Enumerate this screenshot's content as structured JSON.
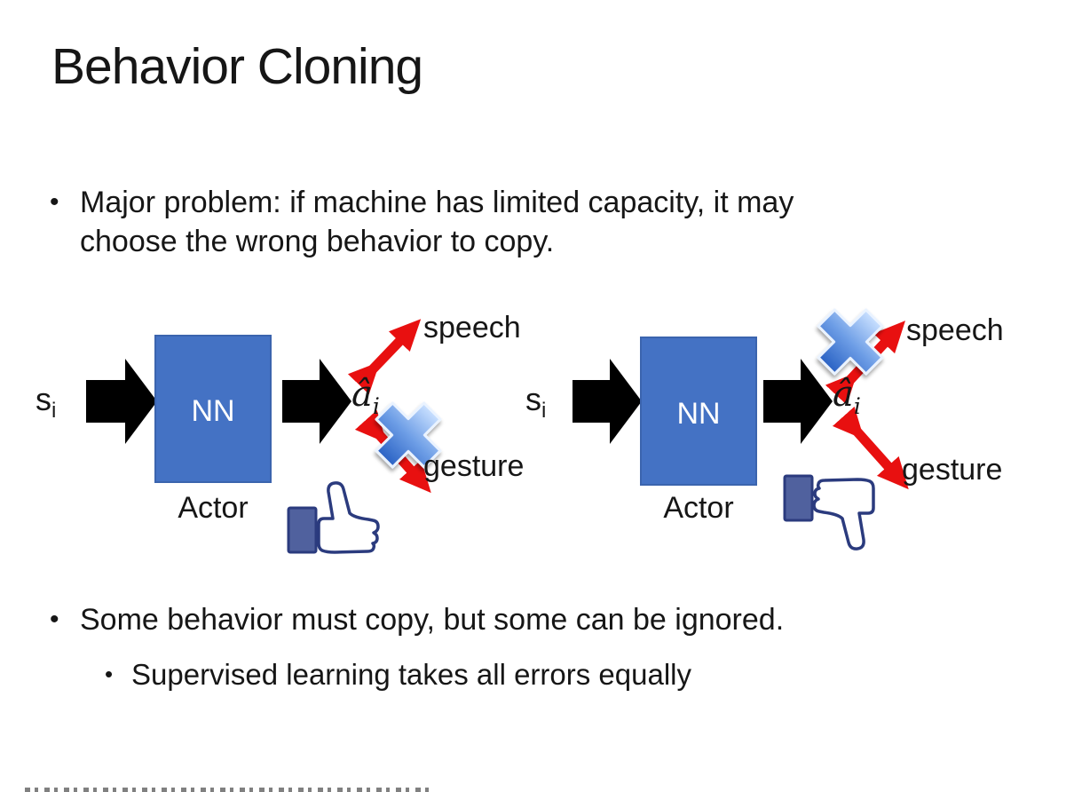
{
  "colors": {
    "background": "#ffffff",
    "text": "#161616",
    "nn-box-fill": "#4472C4",
    "nn-box-border": "#3B64AE",
    "nn-box-text": "#ffffff",
    "arrow-black": "#000000",
    "arrow-red": "#E81010",
    "cross-outline": "#EAF3FF",
    "thumb-cuff": "#50619E",
    "thumb-outline": "#2B3B7E",
    "thumb-hand": "#ffffff"
  },
  "slide": {
    "title": "Behavior Cloning",
    "bullets": [
      {
        "marker": "•",
        "text": "Major problem: if machine has limited capacity, it may choose the wrong behavior to copy."
      },
      {
        "marker": "•",
        "text": "Some behavior must copy, but some can be ignored."
      }
    ],
    "sub_bullet": {
      "marker": "•",
      "text": "Supervised learning takes all errors equally"
    }
  },
  "diagrams": {
    "left": {
      "input": {
        "base": "s",
        "sub": "i"
      },
      "box": "NN",
      "role": "Actor",
      "output": {
        "base": "â",
        "sub": "i"
      },
      "branch_top": "speech",
      "branch_bottom": "gesture",
      "crossed_branch": "gesture",
      "feedback": "thumbs-up"
    },
    "right": {
      "input": {
        "base": "s",
        "sub": "i"
      },
      "box": "NN",
      "role": "Actor",
      "output": {
        "base": "â",
        "sub": "i"
      },
      "branch_top": "speech",
      "branch_bottom": "gesture",
      "crossed_branch": "speech",
      "feedback": "thumbs-down"
    }
  }
}
